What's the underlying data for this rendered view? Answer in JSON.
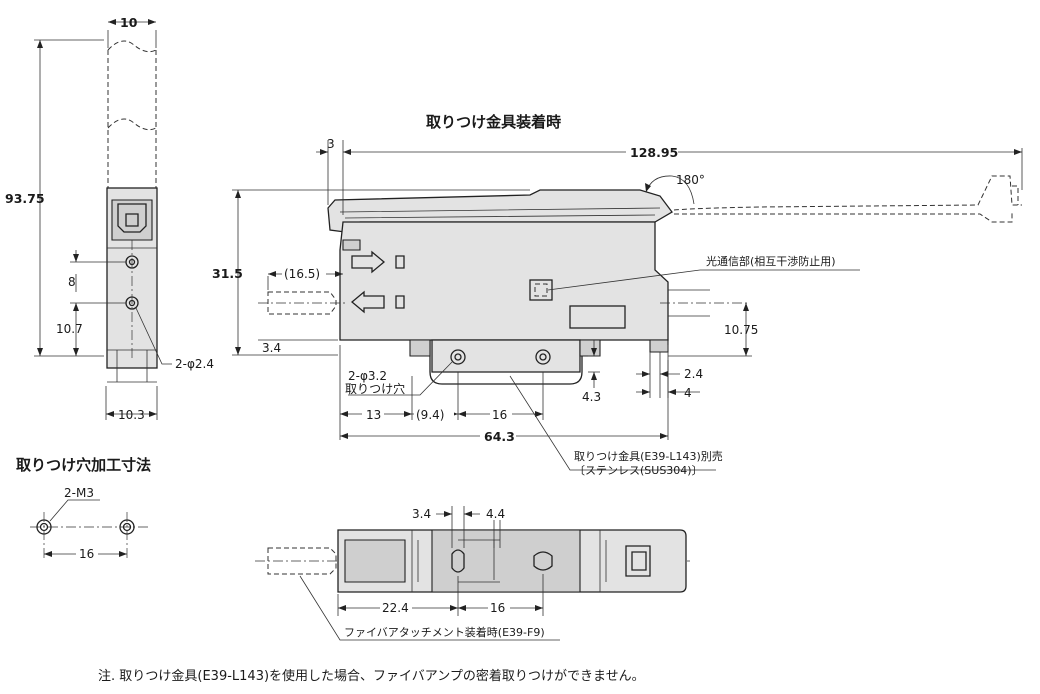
{
  "titles": {
    "mount_bracket": "取りつけ金具装着時",
    "hole_machining": "取りつけ穴加工寸法"
  },
  "note": "注. 取りつけ金具(E39-L143)を使用した場合、ファイバアンプの密着取りつけができません。",
  "side_view": {
    "dims": {
      "width_top": "10",
      "height_total": "93.75",
      "hole_pitch": "8",
      "hole_height": "10.7",
      "hole_dia": "2-φ2.4",
      "width_bottom": "10.3"
    }
  },
  "front_view": {
    "dims": {
      "offset_3": "3",
      "length_total": "128.95",
      "angle": "180°",
      "height": "31.5",
      "fiber_len": "(16.5)",
      "base_34": "3.4",
      "mount_hole": "2-φ3.2",
      "mount_hole_label": "取りつけ穴",
      "d13": "13",
      "d94": "(9.4)",
      "d16": "16",
      "length_643": "64.3",
      "d43": "4.3",
      "d24": "2.4",
      "d4": "4",
      "d1075": "10.75"
    },
    "labels": {
      "optical": "光通信部(相互干渉防止用)",
      "bracket_line1": "取りつけ金具(E39-L143)別売",
      "bracket_line2": "〔ステンレス(SUS304)〕"
    }
  },
  "hole_view": {
    "dims": {
      "m3": "2-M3",
      "pitch": "16"
    }
  },
  "bottom_view": {
    "dims": {
      "d34": "3.4",
      "d44": "4.4",
      "d224": "22.4",
      "d16": "16"
    },
    "labels": {
      "fiber_attach": "ファイバアタッチメント装着時(E39-F9)"
    }
  }
}
